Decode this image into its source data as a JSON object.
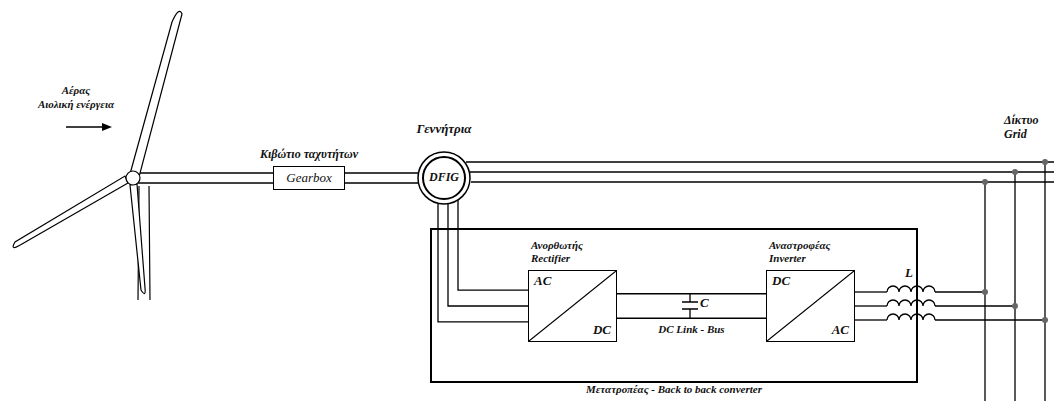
{
  "diagram": {
    "nodes": [
      {
        "text": [
          "Κιβώτιο ταχυτήτων",
          "Gearbox"
        ]
      },
      {
        "text": [
          "Γεννήτρια",
          "DFIG"
        ]
      },
      {
        "text": [
          "Μετατροπέας - Back to back converter"
        ]
      },
      {
        "text": [
          "Ανορθωτής Rectifier",
          "AC",
          "DC"
        ],
        "in": 2
      },
      {
        "text": [
          "Αναστροφέας Inverter",
          "DC",
          "AC"
        ],
        "in": 2
      }
    ],
    "edges": [
      {
        "from": 0,
        "to": 1,
        "arrow": "none"
      },
      {
        "from": 1,
        "to": 3,
        "arrow": "none"
      },
      {
        "from": 3,
        "to": 4,
        "label": "DC Link - Bus",
        "arrow": "none"
      }
    ],
    "labels": [
      "Αέρας",
      "Αιολική ενέργεια",
      "C",
      "L",
      "Δίκτυο Grid"
    ]
  }
}
